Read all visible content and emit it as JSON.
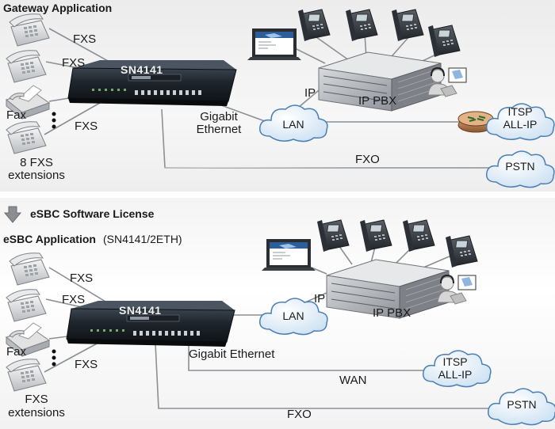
{
  "gateway": {
    "title": "Gateway Application",
    "device": "SN4141",
    "fxs_labels": [
      "FXS",
      "FXS",
      "FXS"
    ],
    "fax": "Fax",
    "extensions_line1": "8 FXS",
    "extensions_line2": "extensions",
    "gigabit_line1": "Gigabit",
    "gigabit_line2": "Ethernet",
    "lan": "LAN",
    "ip": "IP",
    "ip_pbx": "IP PBX",
    "itsp_line1": "ITSP",
    "itsp_line2": "ALL-IP",
    "fxo": "FXO",
    "pstn": "PSTN"
  },
  "license": {
    "label": "eSBC Software License"
  },
  "esbc": {
    "title": "eSBC Application",
    "title_suffix": "(SN4141/2ETH)",
    "device": "SN4141",
    "fxs_labels": [
      "FXS",
      "FXS",
      "FXS"
    ],
    "fax": "Fax",
    "extensions_line1": "FXS",
    "extensions_line2": "extensions",
    "gigabit": "Gigabit Ethernet",
    "lan": "LAN",
    "ip": "IP",
    "ip_pbx": "IP PBX",
    "itsp_line1": "ITSP",
    "itsp_line2": "ALL-IP",
    "wan": "WAN",
    "fxo": "FXO",
    "pstn": "PSTN"
  },
  "colors": {
    "cloud_fill": "#eaf3fb",
    "cloud_stroke": "#4a7fb4",
    "device_body": "#1c2229",
    "router_body": "#b47a4a"
  }
}
